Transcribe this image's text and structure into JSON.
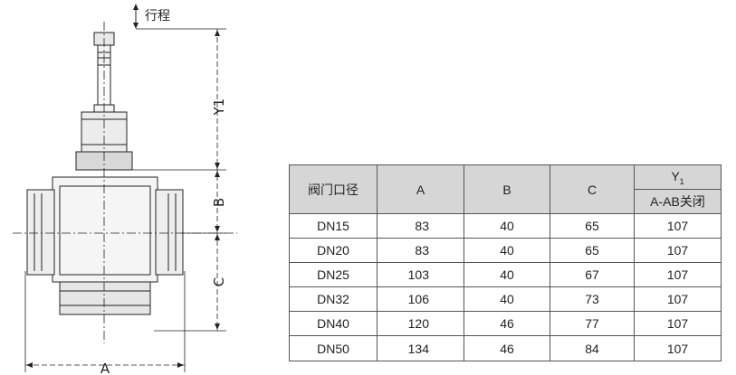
{
  "drawing": {
    "stroke_label": "行程",
    "dim_y1": "Y1",
    "dim_b": "B",
    "dim_c": "C",
    "dim_a": "A"
  },
  "table": {
    "headers": {
      "size": "阀门口径",
      "a": "A",
      "b": "B",
      "c": "C",
      "y_main": "Y",
      "y_sub": "1",
      "y_note": "A-AB关闭"
    },
    "rows": [
      {
        "size": "DN15",
        "a": "83",
        "b": "40",
        "c": "65",
        "y1": "107"
      },
      {
        "size": "DN20",
        "a": "83",
        "b": "40",
        "c": "65",
        "y1": "107"
      },
      {
        "size": "DN25",
        "a": "103",
        "b": "40",
        "c": "67",
        "y1": "107"
      },
      {
        "size": "DN32",
        "a": "106",
        "b": "40",
        "c": "73",
        "y1": "107"
      },
      {
        "size": "DN40",
        "a": "120",
        "b": "46",
        "c": "77",
        "y1": "107"
      },
      {
        "size": "DN50",
        "a": "134",
        "b": "46",
        "c": "84",
        "y1": "107"
      }
    ]
  }
}
